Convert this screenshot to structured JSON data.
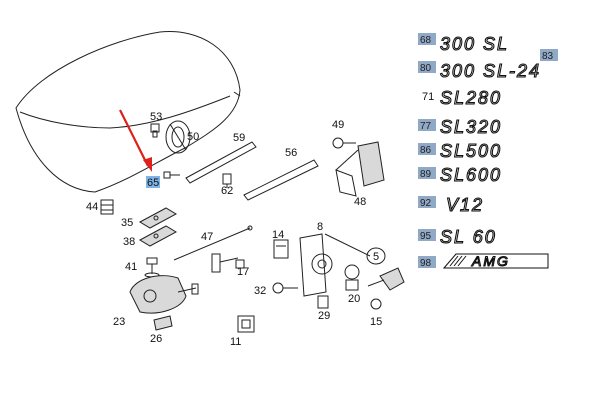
{
  "callouts": {
    "c5": "5",
    "c8": "8",
    "c11": "11",
    "c14": "14",
    "c15": "15",
    "c17": "17",
    "c20": "20",
    "c23": "23",
    "c26": "26",
    "c29": "29",
    "c32": "32",
    "c35": "35",
    "c38": "38",
    "c41": "41",
    "c44": "44",
    "c47": "47",
    "c48": "48",
    "c49": "49",
    "c50": "50",
    "c53": "53",
    "c56": "56",
    "c59": "59",
    "c62": "62",
    "c65": "65"
  },
  "badges": {
    "b68": "68",
    "b80": "80",
    "b71": "71",
    "b77": "77",
    "b86": "86",
    "b89": "89",
    "b92": "92",
    "b95": "95",
    "b98": "98",
    "b83": "83"
  },
  "models": {
    "m68": "300 SL",
    "m80": "300 SL-24",
    "m71": "SL280",
    "m77": "SL320",
    "m86": "SL500",
    "m89": "SL600",
    "m92": "V12",
    "m95": "SL 60",
    "m98": "AMG"
  },
  "colors": {
    "badge_fill": "#8fa9c7",
    "highlight_fill": "#7fb4e6",
    "arrow": "#e0201a"
  }
}
